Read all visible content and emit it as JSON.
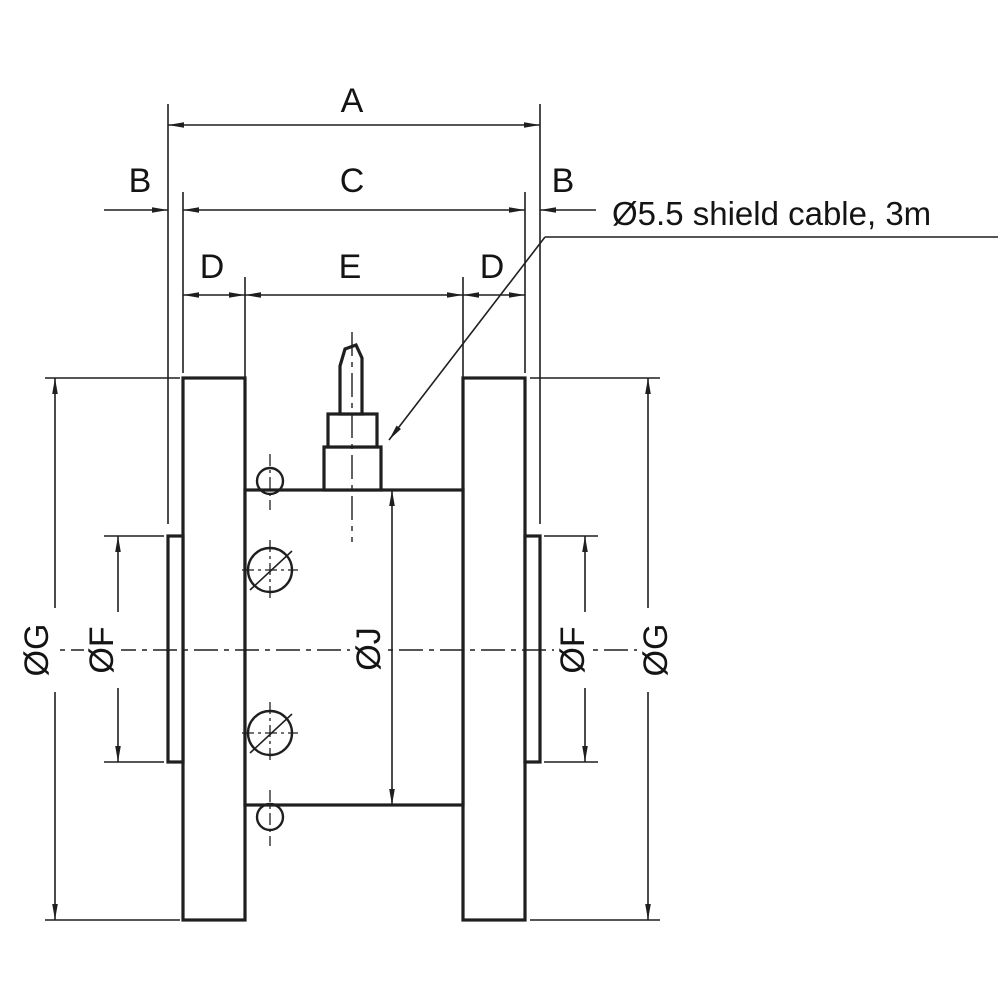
{
  "drawing": {
    "annotation": "Ø5.5 shield cable, 3m",
    "dims": {
      "a": "A",
      "b_left": "B",
      "c": "C",
      "b_right": "B",
      "d_left": "D",
      "e": "E",
      "d_right": "D",
      "g_left": "ØG",
      "f_left": "ØF",
      "j": "ØJ",
      "f_right": "ØF",
      "g_right": "ØG"
    },
    "colors": {
      "line": "#1f1f1f",
      "text": "#141414",
      "background": "#ffffff"
    }
  }
}
